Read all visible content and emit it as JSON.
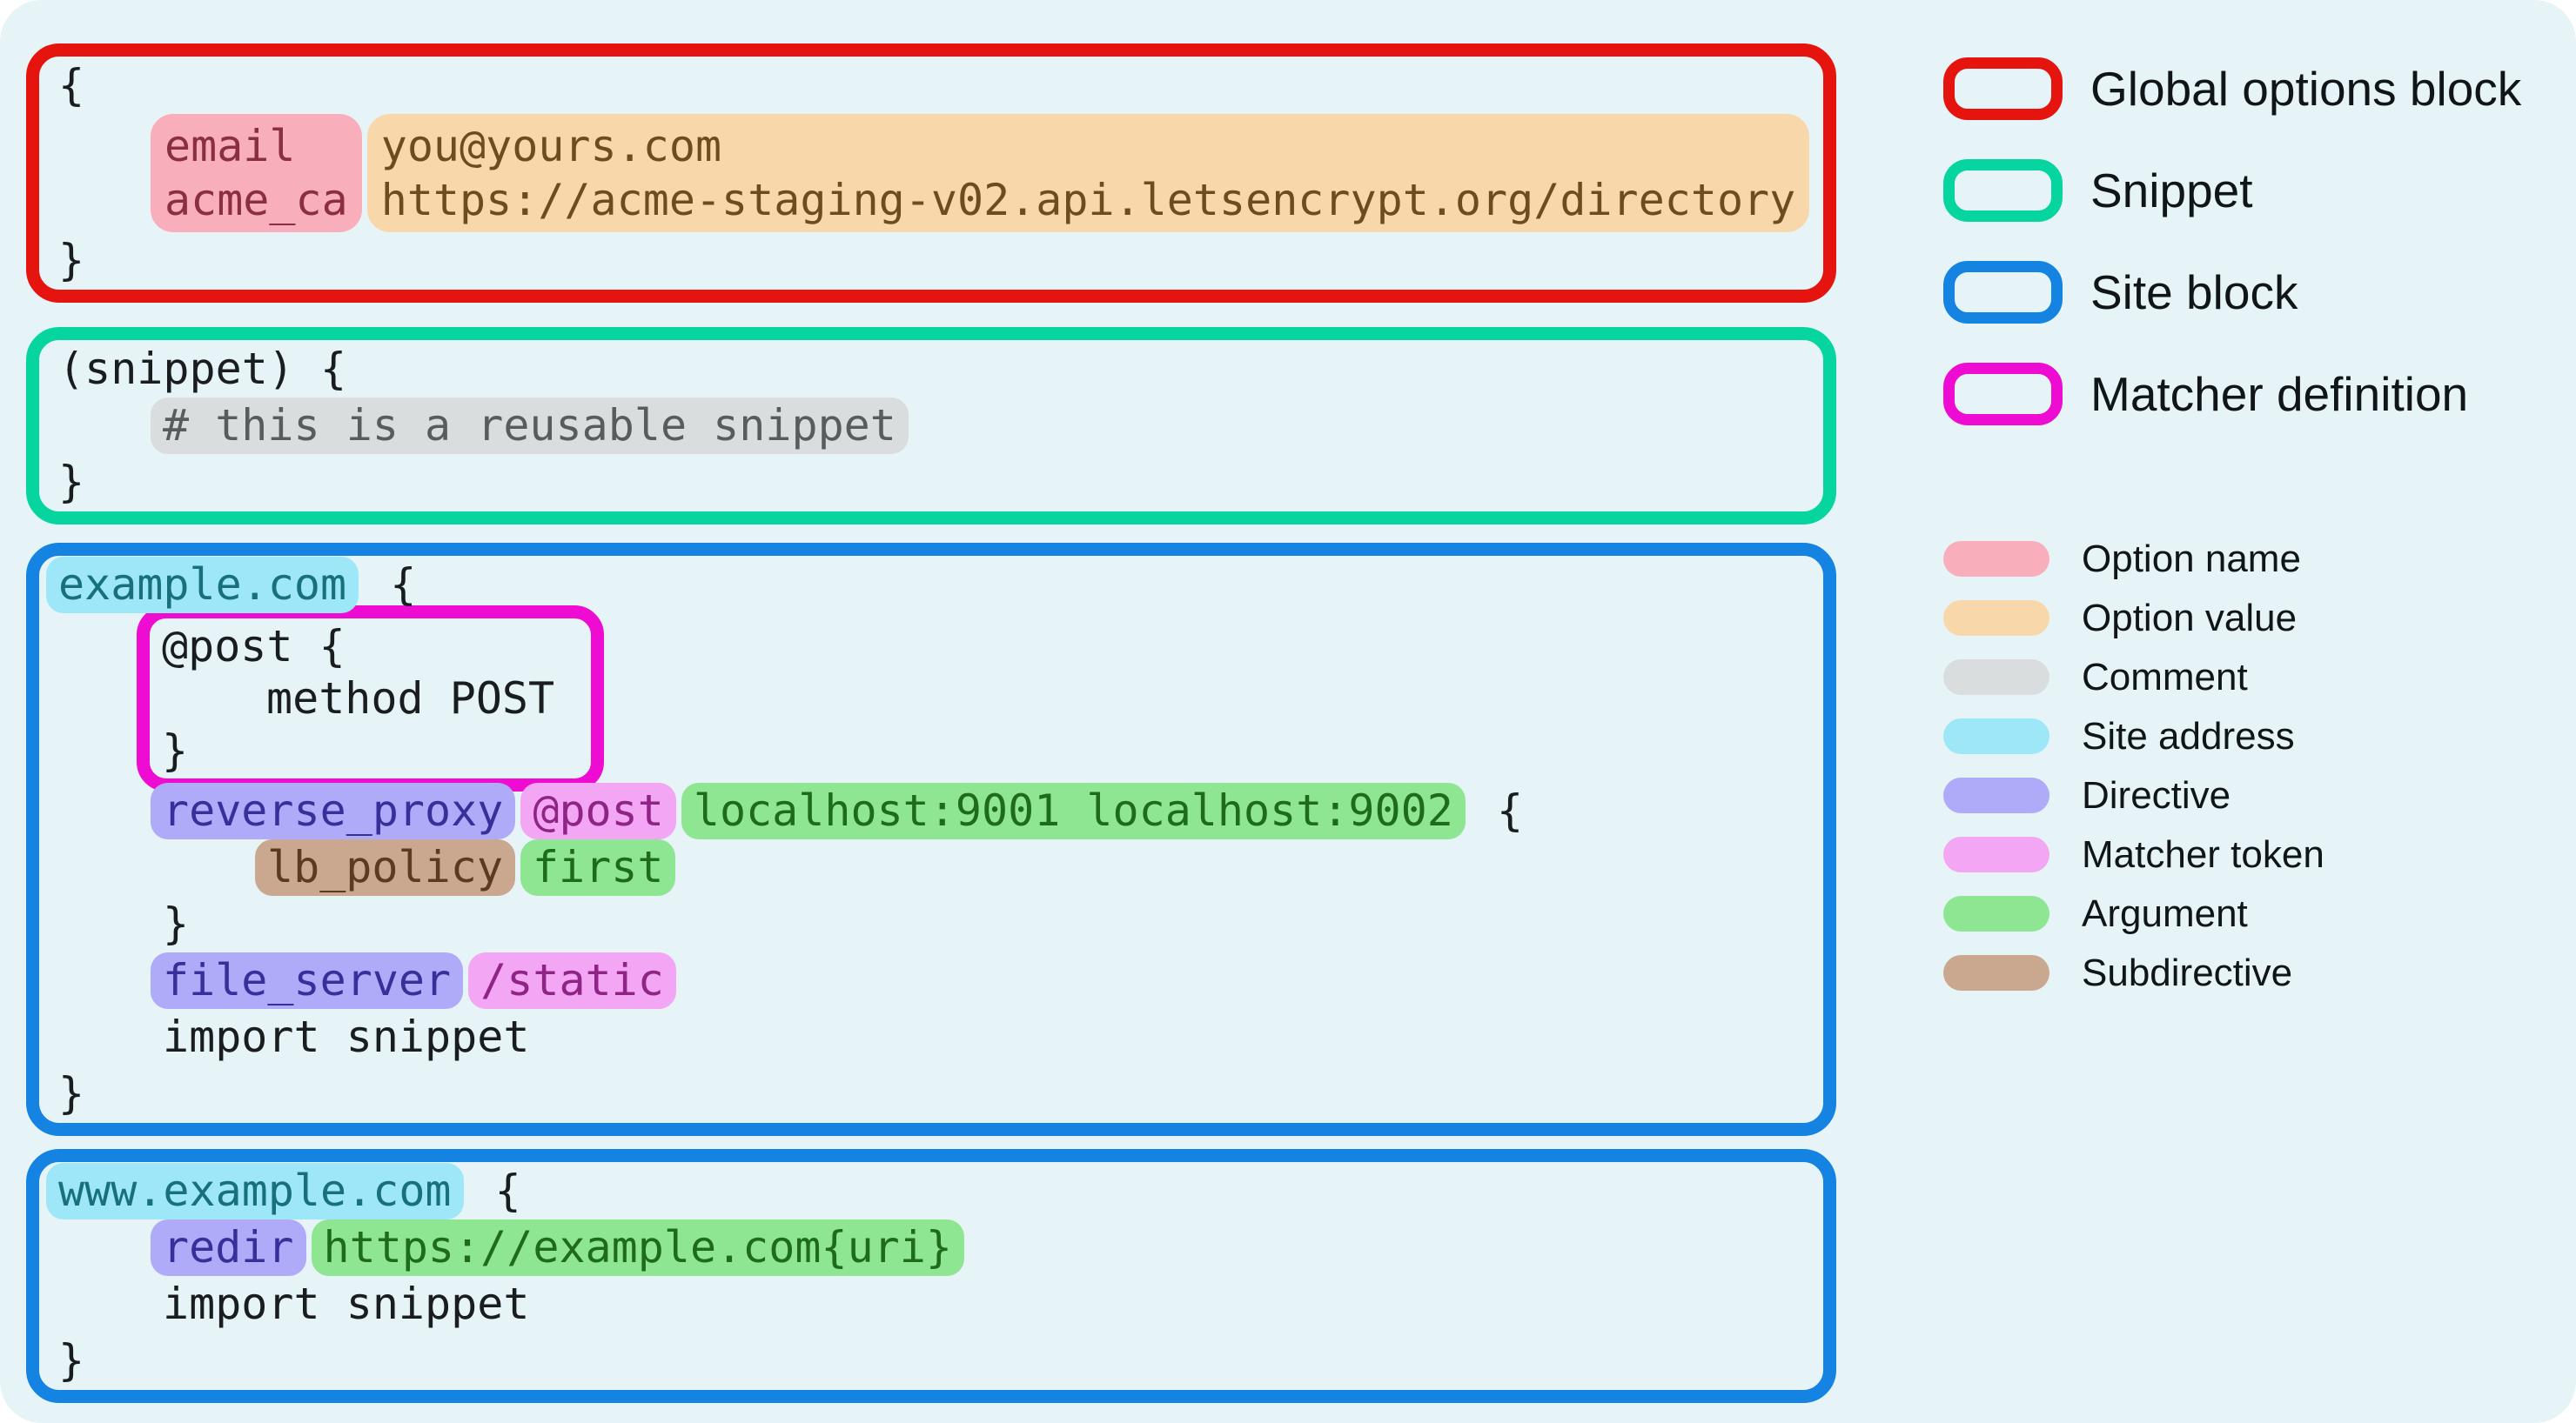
{
  "page": {
    "background": "#e7f4f7",
    "code_text_color": "#1a1d20"
  },
  "colors": {
    "borders": {
      "global": "#e5140f",
      "snippet": "#07d5a0",
      "site": "#1583e1",
      "matcher": "#ee0cd2"
    },
    "tokens": {
      "option-name": {
        "bg": "#f9aebc",
        "fg": "#8a2e44"
      },
      "option-value": {
        "bg": "#f8d8ab",
        "fg": "#6f4c20"
      },
      "comment": {
        "bg": "#d9dddd",
        "fg": "#575d5d"
      },
      "site-address": {
        "bg": "#9ee7f8",
        "fg": "#17707b"
      },
      "directive": {
        "bg": "#b0abf9",
        "fg": "#37309b"
      },
      "matcher-token": {
        "bg": "#f3a6f3",
        "fg": "#8f2486"
      },
      "argument": {
        "bg": "#8fe692",
        "fg": "#1e6b1e"
      },
      "subdirective": {
        "bg": "#c9a88f",
        "fg": "#5b3a21"
      }
    }
  },
  "code_blocks": [
    {
      "name": "global-options-block",
      "border": "global",
      "margin_class": "m-red",
      "items": [
        {
          "kind": "line",
          "indent": 0,
          "tokens": [
            {
              "type": "plain",
              "text": "{"
            }
          ]
        },
        {
          "kind": "option_row",
          "name_lines": [
            "email",
            "acme_ca"
          ],
          "value_lines": [
            "you@yours.com",
            "https://acme-staging-v02.api.letsencrypt.org/directory"
          ]
        },
        {
          "kind": "line",
          "indent": 0,
          "tokens": [
            {
              "type": "plain",
              "text": "}"
            }
          ]
        }
      ]
    },
    {
      "name": "snippet-block",
      "border": "snippet",
      "margin_class": "m-green",
      "items": [
        {
          "kind": "line",
          "indent": 0,
          "tokens": [
            {
              "type": "plain",
              "text": "(snippet) {"
            }
          ]
        },
        {
          "kind": "line",
          "indent": 1,
          "tokens": [
            {
              "type": "comment",
              "text": "# this is a reusable snippet"
            }
          ]
        },
        {
          "kind": "line",
          "indent": 0,
          "tokens": [
            {
              "type": "plain",
              "text": "}"
            }
          ]
        }
      ]
    },
    {
      "name": "site-block-example-com",
      "border": "site",
      "margin_class": "m-site1",
      "items": [
        {
          "kind": "line",
          "indent": 0,
          "tokens": [
            {
              "type": "site-address",
              "text": "example.com"
            },
            {
              "type": "plain",
              "text": " {"
            }
          ]
        },
        {
          "kind": "matcher_box",
          "lines": [
            {
              "indent": 0,
              "tokens": [
                {
                  "type": "plain",
                  "text": "@post {"
                }
              ]
            },
            {
              "indent": 1,
              "tokens": [
                {
                  "type": "plain",
                  "text": "method POST"
                }
              ]
            },
            {
              "indent": 0,
              "tokens": [
                {
                  "type": "plain",
                  "text": "}"
                }
              ]
            }
          ]
        },
        {
          "kind": "line",
          "indent": 1,
          "tokens": [
            {
              "type": "directive",
              "text": "reverse_proxy"
            },
            {
              "type": "matcher-token",
              "text": "@post"
            },
            {
              "type": "argument",
              "text": "localhost:9001 localhost:9002"
            },
            {
              "type": "plain",
              "text": " {"
            }
          ]
        },
        {
          "kind": "line",
          "indent": 2,
          "tokens": [
            {
              "type": "subdirective",
              "text": "lb_policy"
            },
            {
              "type": "argument",
              "text": "first"
            }
          ]
        },
        {
          "kind": "line",
          "indent": 1,
          "tokens": [
            {
              "type": "plain",
              "text": "}"
            }
          ]
        },
        {
          "kind": "line",
          "indent": 1,
          "tokens": [
            {
              "type": "directive",
              "text": "file_server"
            },
            {
              "type": "matcher-token",
              "text": "/static"
            }
          ]
        },
        {
          "kind": "line",
          "indent": 1,
          "tokens": [
            {
              "type": "plain",
              "text": "import snippet"
            }
          ]
        },
        {
          "kind": "line",
          "indent": 0,
          "tokens": [
            {
              "type": "plain",
              "text": "}"
            }
          ]
        }
      ]
    },
    {
      "name": "site-block-www-example-com",
      "border": "site",
      "margin_class": "m-site2",
      "items": [
        {
          "kind": "line",
          "indent": 0,
          "tokens": [
            {
              "type": "site-address",
              "text": "www.example.com"
            },
            {
              "type": "plain",
              "text": " {"
            }
          ]
        },
        {
          "kind": "line",
          "indent": 1,
          "tokens": [
            {
              "type": "directive",
              "text": "redir"
            },
            {
              "type": "argument",
              "text": "https://example.com{uri}"
            }
          ]
        },
        {
          "kind": "line",
          "indent": 1,
          "tokens": [
            {
              "type": "plain",
              "text": "import snippet"
            }
          ]
        },
        {
          "kind": "line",
          "indent": 0,
          "tokens": [
            {
              "type": "plain",
              "text": "}"
            }
          ]
        }
      ]
    }
  ],
  "legend": {
    "block_types": [
      {
        "label": "Global options block",
        "border": "global"
      },
      {
        "label": "Snippet",
        "border": "snippet"
      },
      {
        "label": "Site block",
        "border": "site"
      },
      {
        "label": "Matcher definition",
        "border": "matcher"
      }
    ],
    "token_types": [
      {
        "label": "Option name",
        "token": "option-name"
      },
      {
        "label": "Option value",
        "token": "option-value"
      },
      {
        "label": "Comment",
        "token": "comment"
      },
      {
        "label": "Site address",
        "token": "site-address"
      },
      {
        "label": "Directive",
        "token": "directive"
      },
      {
        "label": "Matcher token",
        "token": "matcher-token"
      },
      {
        "label": "Argument",
        "token": "argument"
      },
      {
        "label": "Subdirective",
        "token": "subdirective"
      }
    ]
  }
}
